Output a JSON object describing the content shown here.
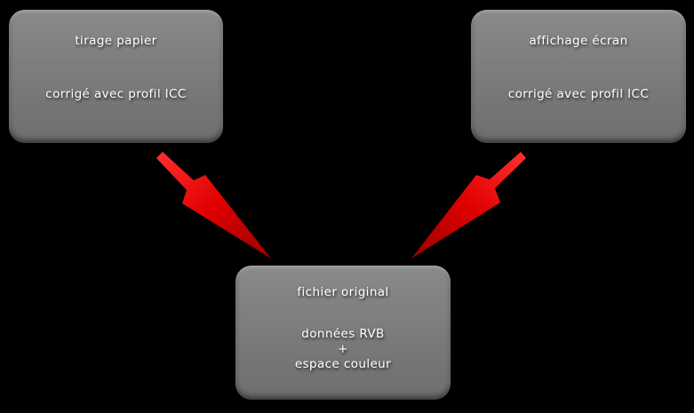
{
  "boxes": {
    "print": {
      "title": "tirage papier",
      "subtitle": "corrigé avec profil ICC"
    },
    "screen": {
      "title": "affichage écran",
      "subtitle": "corrigé avec profil ICC"
    },
    "original": {
      "title": "fichier original",
      "line1": "données RVB",
      "line2": "+",
      "line3": "espace couleur"
    }
  },
  "colors": {
    "background": "#000000",
    "box": "#7d7d7d",
    "arrow": "#ff0000",
    "text": "#ffffff"
  },
  "arrows": [
    {
      "from": "print",
      "to": "original"
    },
    {
      "from": "screen",
      "to": "original"
    }
  ]
}
